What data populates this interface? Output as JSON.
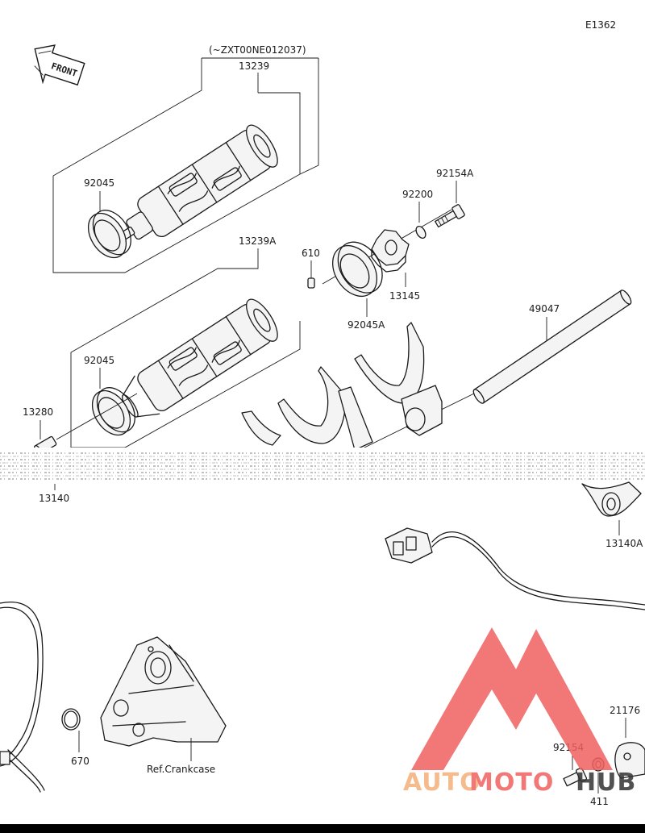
{
  "diagram": {
    "code": "E1362",
    "front_label": "FRONT",
    "serial_note": "(~ZXT00NE012037)",
    "labels": {
      "p13239": "13239",
      "p92045_top": "92045",
      "p13239A": "13239A",
      "p610": "610",
      "p92045_mid": "92045",
      "p92154A": "92154A",
      "p92200": "92200",
      "p13145": "13145",
      "p92045A": "92045A",
      "p49047": "49047",
      "p13280": "13280",
      "p13140": "13140",
      "p13140A": "13140A",
      "p670": "670",
      "ref_crankcase": "Ref.Crankcase",
      "p21176": "21176",
      "p92154": "92154",
      "p411": "411"
    }
  },
  "watermark": {
    "text_auto": "AUTO",
    "text_moto": "MOTO",
    "text_hub": "HUB",
    "color_primary": "#f06060",
    "color_secondary": "#f5b07a",
    "color_dark": "#333333"
  },
  "colors": {
    "line": "#1a1a1a",
    "background": "#ffffff"
  }
}
